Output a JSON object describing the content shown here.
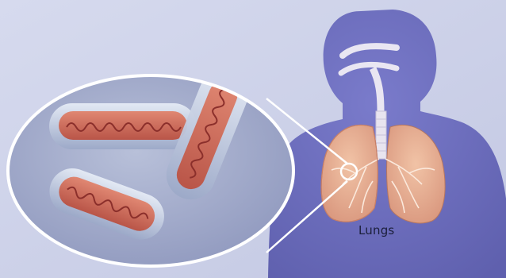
{
  "diagram": {
    "organ_label": "Lungs",
    "colors": {
      "background": "#cfd4ea",
      "silhouette": "#6f70bf",
      "lung_tissue": "#e7a98d",
      "bacterium_core": "#d36a5b",
      "capsule": "#c2cde3",
      "callout_circle": "#ffffff"
    },
    "icons": [
      "human-silhouette",
      "respiratory-tract",
      "lungs",
      "bacterium",
      "magnifier-callout"
    ]
  }
}
